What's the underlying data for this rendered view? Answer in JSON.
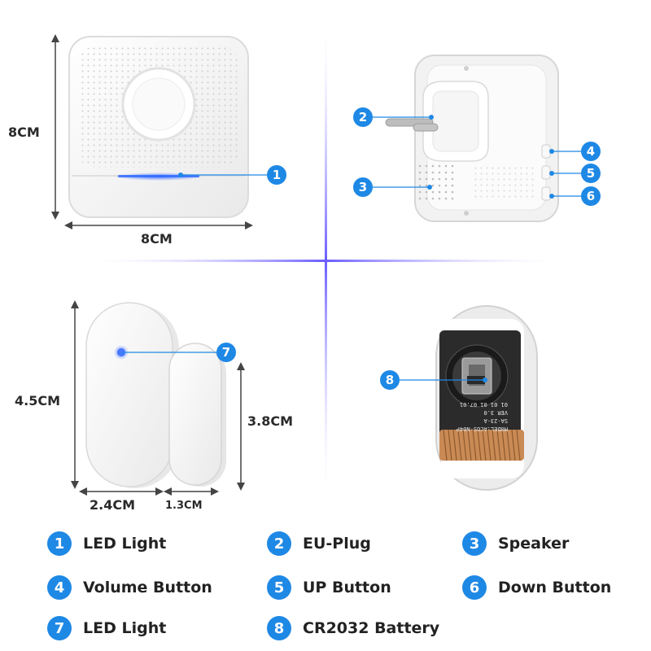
{
  "colors": {
    "accent": "#1e88e5",
    "divider": "#7b5cff",
    "device": "#f4f4f4",
    "outline": "#d8d8d8"
  },
  "dimensions": {
    "receiver_height": "8CM",
    "receiver_width": "8CM",
    "sensor_height": "4.5CM",
    "magnet_height": "3.8CM",
    "sensor_width": "2.4CM",
    "magnet_width": "1.3CM"
  },
  "pcb_text": {
    "line1": "M0DEL:ACOS-N04P",
    "line2": "SA-23-A",
    "line3": "VER 3.0",
    "line4": "01 01 01 07.01"
  },
  "badges": [
    "1",
    "2",
    "3",
    "4",
    "5",
    "6",
    "7",
    "8"
  ],
  "legend": [
    {
      "num": "1",
      "label": "LED Light",
      "icon": "number-badge"
    },
    {
      "num": "2",
      "label": "EU-Plug",
      "icon": "number-badge"
    },
    {
      "num": "3",
      "label": "Speaker",
      "icon": "number-badge"
    },
    {
      "num": "4",
      "label": "Volume Button",
      "icon": "number-badge"
    },
    {
      "num": "5",
      "label": "UP Button",
      "icon": "number-badge"
    },
    {
      "num": "6",
      "label": "Down Button",
      "icon": "number-badge"
    },
    {
      "num": "7",
      "label": "LED Light",
      "icon": "number-badge"
    },
    {
      "num": "8",
      "label": "CR2032 Battery",
      "icon": "number-badge"
    }
  ]
}
